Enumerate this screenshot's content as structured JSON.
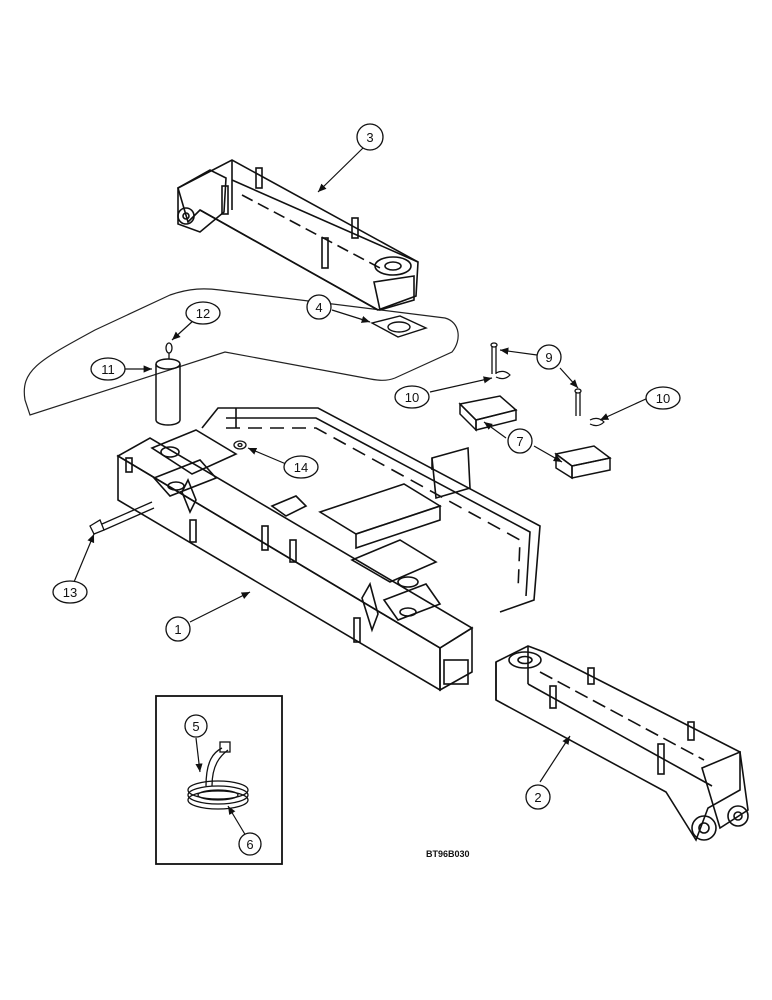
{
  "figure": {
    "code": "BT96B030",
    "callouts": {
      "c1": "1",
      "c2": "2",
      "c3": "3",
      "c4": "4",
      "c5": "5",
      "c6": "6",
      "c7": "7",
      "c9": "9",
      "c10a": "10",
      "c10b": "10",
      "c11": "11",
      "c12": "12",
      "c13": "13",
      "c14": "14"
    }
  }
}
